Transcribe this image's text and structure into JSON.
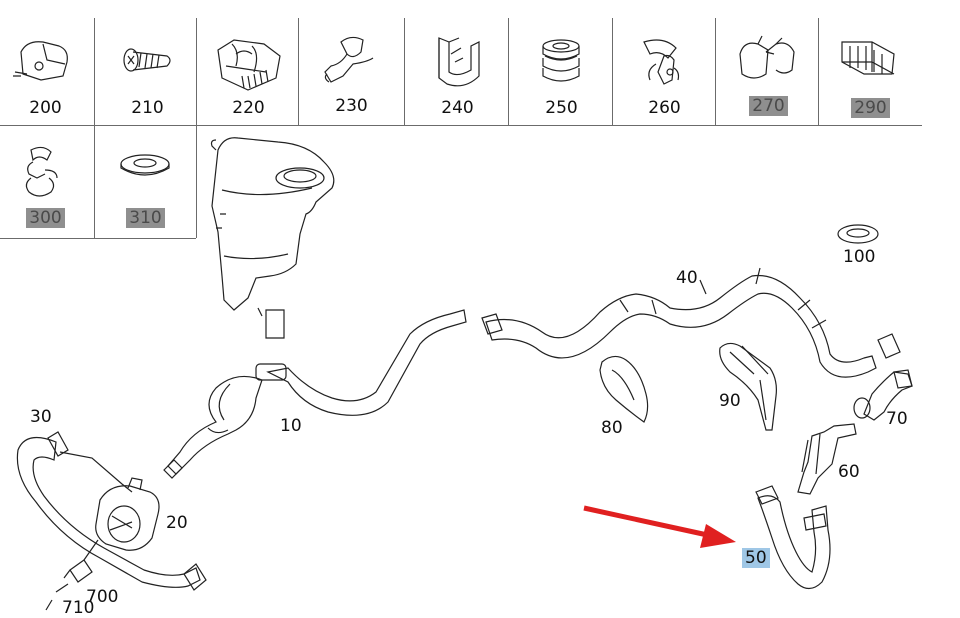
{
  "catalog": {
    "row1": [
      {
        "code": "200",
        "icon": "bracket-clip-icon",
        "highlighted": false
      },
      {
        "code": "210",
        "icon": "screw-icon",
        "highlighted": false
      },
      {
        "code": "220",
        "icon": "mounting-bracket-icon",
        "highlighted": false
      },
      {
        "code": "230",
        "icon": "hose-clip-icon",
        "highlighted": false
      },
      {
        "code": "240",
        "icon": "holder-icon",
        "highlighted": false
      },
      {
        "code": "250",
        "icon": "grommet-icon",
        "highlighted": false
      },
      {
        "code": "260",
        "icon": "clip-fastener-icon",
        "highlighted": false
      },
      {
        "code": "270",
        "icon": "double-clip-icon",
        "highlighted": true
      },
      {
        "code": "290",
        "icon": "retainer-icon",
        "highlighted": true
      }
    ],
    "row2": [
      {
        "code": "300",
        "icon": "stacked-clip-icon",
        "highlighted": true
      },
      {
        "code": "310",
        "icon": "washer-icon",
        "highlighted": true
      }
    ]
  },
  "callouts": {
    "c10": "10",
    "c20": "20",
    "c30": "30",
    "c40": "40",
    "c50": "50",
    "c60": "60",
    "c70": "70",
    "c80": "80",
    "c90": "90",
    "c100": "100",
    "c700": "700",
    "c710": "710"
  },
  "selected_callout": "50",
  "colors": {
    "selection": "#9fc7e6",
    "pointer_arrow": "#e02020",
    "highlight_label": "#8f8f8f"
  }
}
